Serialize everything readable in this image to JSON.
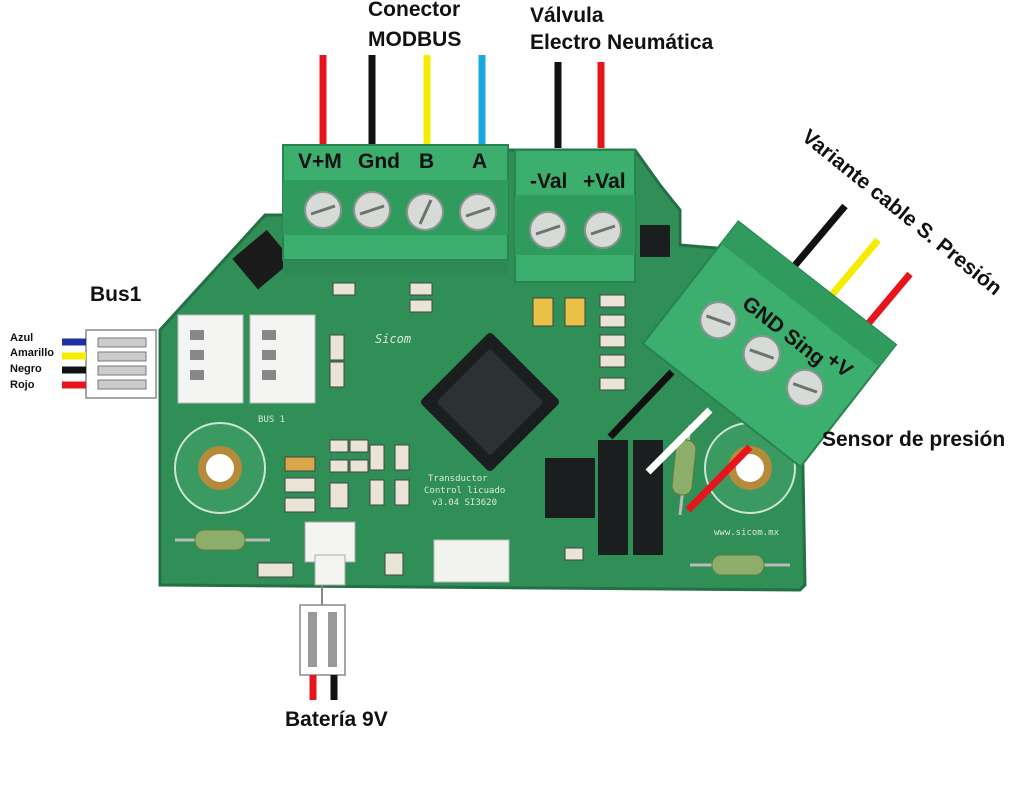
{
  "labels": {
    "modbus_line1": "Conector",
    "modbus_line2": "MODBUS",
    "valve_line1": "Válvula",
    "valve_line2": "Electro Neumática",
    "pressure_variant": "Variante cable S. Presión",
    "pressure_sensor": "Sensor de presión",
    "bus1": "Bus1",
    "battery": "Batería 9V"
  },
  "modbus_terminals": [
    "V+M",
    "Gnd",
    "B",
    "A"
  ],
  "valve_terminals": [
    "-Val",
    "+Val"
  ],
  "sensor_terminals": [
    "GND Sing",
    "+V"
  ],
  "bus1_legend": [
    "Azul",
    "Amarillo",
    "Negro",
    "Rojo"
  ],
  "colors": {
    "pcb": "#2f8f57",
    "pcb_dark": "#1f6b3f",
    "terminal_block": "#3cae6e",
    "wire_red": "#e8141b",
    "wire_black": "#111111",
    "wire_yellow": "#f5ec00",
    "wire_blue": "#18a8e0",
    "wire_navy": "#1e2fa0",
    "wire_white": "#ffffff"
  },
  "board_silkscreen": {
    "brand": "Sicom",
    "title_line1": "Transductor",
    "title_line2": "Control licuado",
    "version": "v3.04 SI3620",
    "website": "www.sicom.mx",
    "bus_label": "BUS 1"
  }
}
